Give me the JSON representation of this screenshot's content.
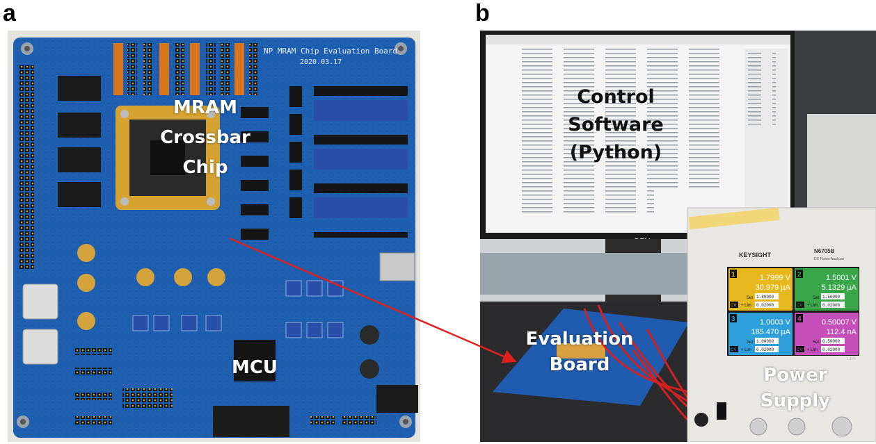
{
  "panels": [
    {
      "letter": "a",
      "board_title": "NP MRAM Chip Evaluation Board",
      "board_date": "2020.03.17",
      "labels": {
        "chip": [
          "MRAM",
          "Crossbar",
          "Chip"
        ],
        "mcu": "MCU"
      }
    },
    {
      "letter": "b",
      "labels": {
        "software": [
          "Control",
          "Software",
          "(Python)"
        ],
        "board": [
          "Evaluation",
          "Board"
        ],
        "power": [
          "Power",
          "Supply"
        ]
      },
      "monitor_brand": "DELL",
      "power_supply": {
        "brand": "KEYSIGHT",
        "model": "N6705B",
        "model_sub": "DC Power Analyzer",
        "lan": "LAN",
        "channels": [
          {
            "num": "1",
            "volt": "1.7999 V",
            "curr": "30.979 µA",
            "set": "1.80000",
            "lim": "0.02000",
            "mode": "CV",
            "color": "#e6b81e"
          },
          {
            "num": "2",
            "volt": "1.5001 V",
            "curr": "5.1329 µA",
            "set": "1.50000",
            "lim": "0.02000",
            "mode": "CV",
            "color": "#3aa64a"
          },
          {
            "num": "3",
            "volt": "1.0003 V",
            "curr": "185.470 µA",
            "set": "1.00000",
            "lim": "0.02000",
            "mode": "CV",
            "color": "#2f9fdc"
          },
          {
            "num": "4",
            "volt": "0.50007 V",
            "curr": "112.4 nA",
            "set": "0.50000",
            "lim": "0.02000",
            "mode": "CV",
            "color": "#c44fb8"
          }
        ]
      }
    }
  ],
  "colors": {
    "pcb": "#1e5fb0",
    "arrow": "#e0201c",
    "socket_gold": "#d6a332"
  }
}
